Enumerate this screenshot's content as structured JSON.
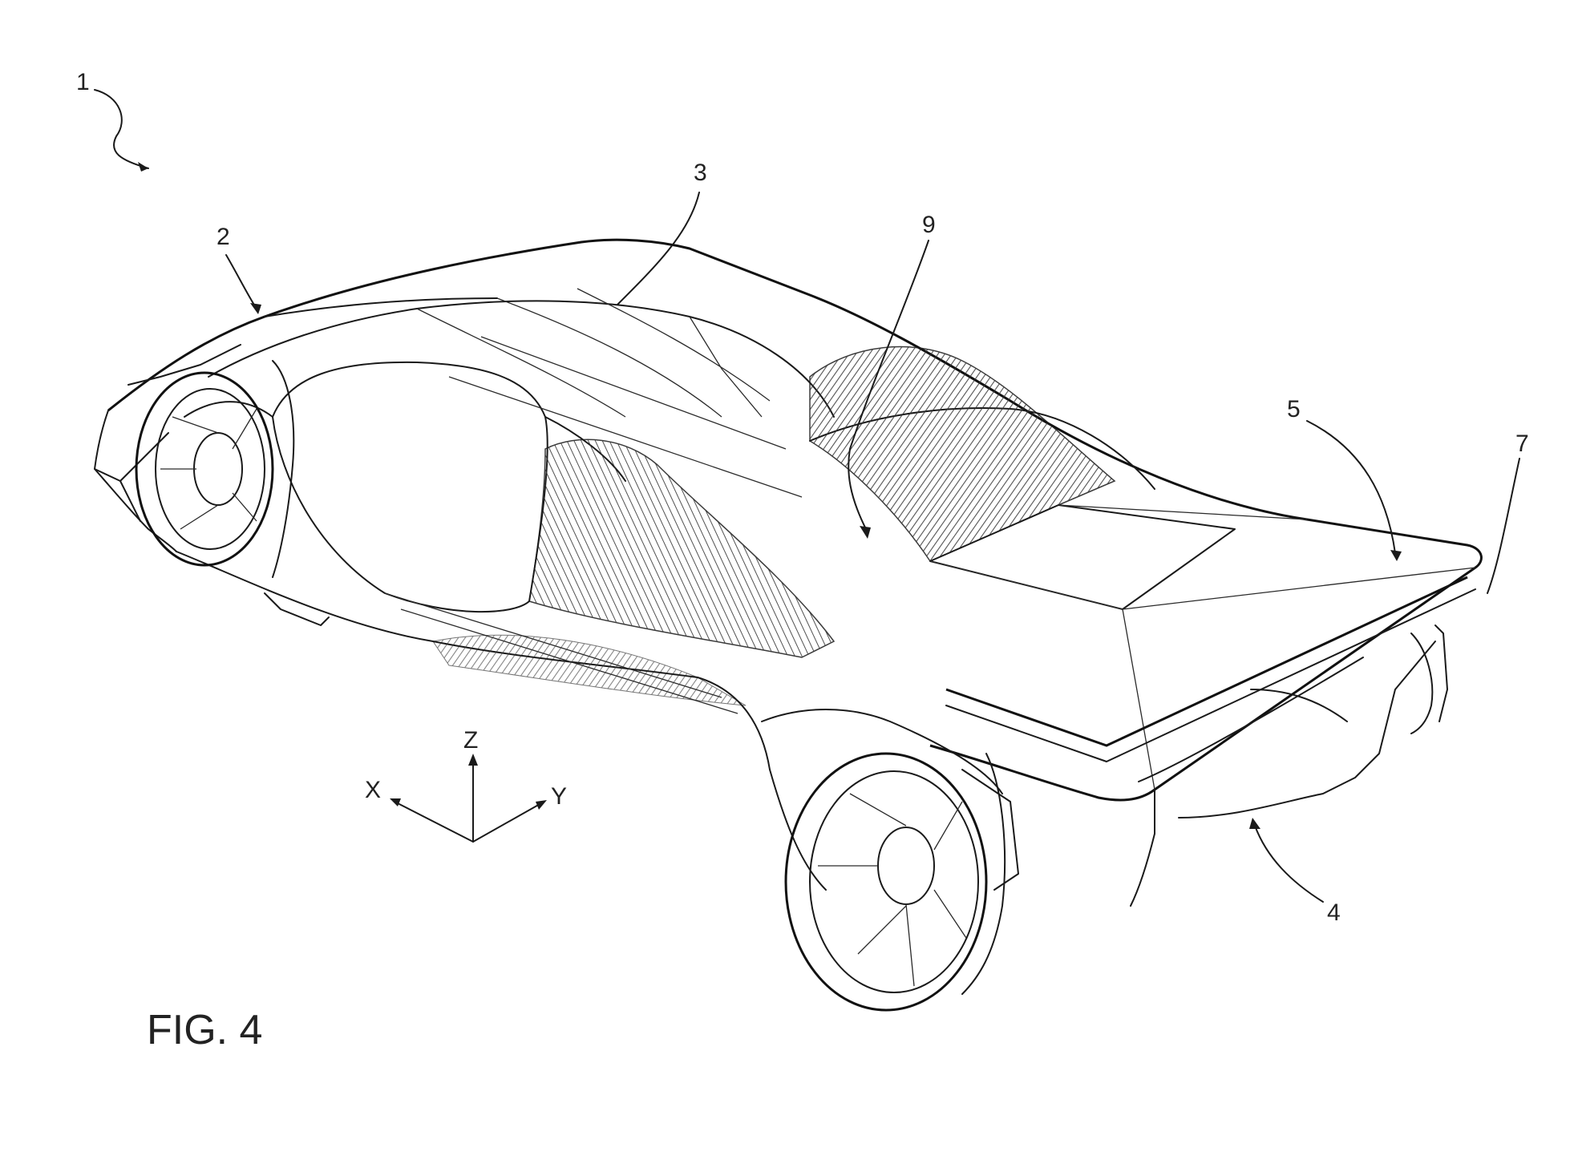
{
  "figure": {
    "caption": "FIG. 4"
  },
  "axes": {
    "x": "X",
    "y": "Y",
    "z": "Z"
  },
  "labels": [
    {
      "id": "1",
      "text": "1"
    },
    {
      "id": "2",
      "text": "2"
    },
    {
      "id": "3",
      "text": "3"
    },
    {
      "id": "9",
      "text": "9"
    },
    {
      "id": "5",
      "text": "5"
    },
    {
      "id": "7",
      "text": "7"
    },
    {
      "id": "4",
      "text": "4"
    }
  ],
  "colors": {
    "ink": "#1a1a1a",
    "paper": "#ffffff",
    "hatch": "#333333"
  }
}
